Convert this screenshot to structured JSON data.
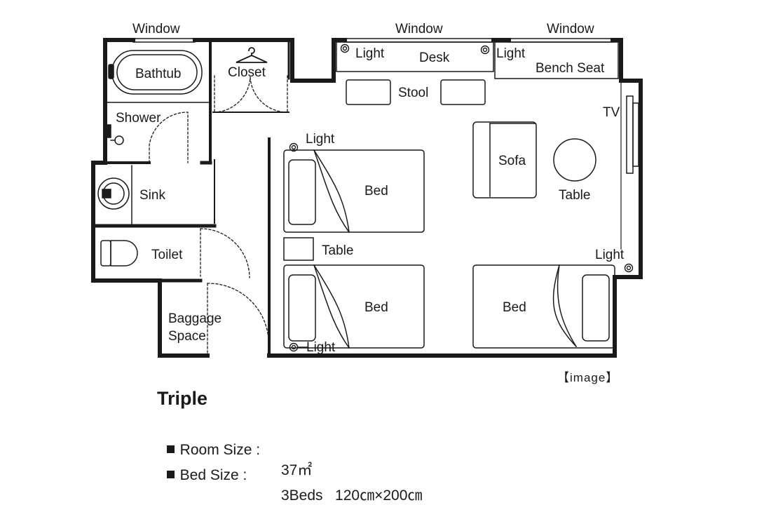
{
  "labels": {
    "window_left": "Window",
    "window_center": "Window",
    "window_right": "Window",
    "bathtub": "Bathtub",
    "closet": "Closet",
    "shower": "Shower",
    "sink": "Sink",
    "toilet": "Toilet",
    "baggage_1": "Baggage",
    "baggage_2": "Space",
    "light_desk_left": "Light",
    "desk": "Desk",
    "light_desk_right": "Light",
    "bench_seat": "Bench Seat",
    "stool": "Stool",
    "tv": "TV",
    "sofa": "Sofa",
    "table_round": "Table",
    "light_bed_top": "Light",
    "bed_top": "Bed",
    "table_side": "Table",
    "bed_bottom_left": "Bed",
    "light_bed_bottom": "Light",
    "bed_right": "Bed",
    "light_right": "Light"
  },
  "caption": "【image】",
  "title": "Triple",
  "specs": {
    "room_size_label": "Room Size :",
    "room_size_value": "37㎡",
    "bed_size_label": "Bed Size :",
    "bed_size_value": "3Beds   120㎝×200㎝"
  }
}
